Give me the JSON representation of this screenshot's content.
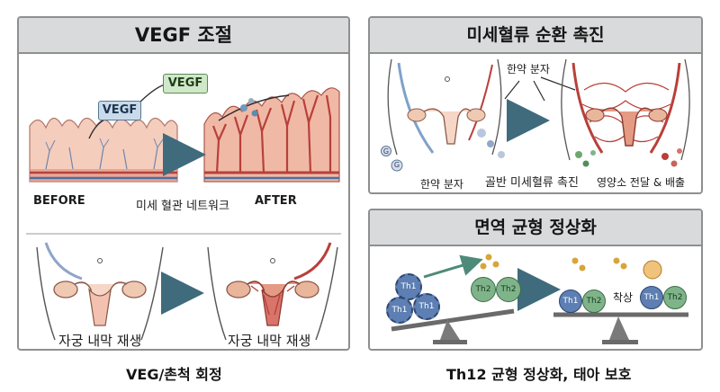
{
  "left_panel": {
    "title": "VEGF 조절",
    "vegf_box_1": "VEGF",
    "vegf_box_2": "VEGF",
    "before_label": "BEFORE",
    "after_label": "AFTER",
    "network_label": "미세 혈관 네트워크",
    "uterus_before_label": "자궁 내막 재생",
    "uterus_after_label": "자궁 내막 재생"
  },
  "left_caption": "VEG/촌척 회정",
  "right_top_panel": {
    "title": "미세혈류 순환 촉진",
    "herb_molecule_top": "한약 분자",
    "herb_molecule_bottom": "한약 분자",
    "pelvic_label": "골반 미세혈류 촉진",
    "nutrient_label": "영양소 전달 & 배출",
    "g_marker": "G"
  },
  "right_bottom_panel": {
    "title": "면역 균형 정상화",
    "th1": "Th1",
    "th2": "Th2",
    "implant_label": "착상"
  },
  "right_caption": "Th12 균형 정상화, 태아 보호",
  "colors": {
    "panel_border": "#8f8f8f",
    "title_bar": "#d9dadb",
    "vessel_red": "#b8403a",
    "tissue_pink": "#f2c6b6",
    "arrow_teal": "#3f6b7c",
    "th1_blue": "#5d7fb3",
    "th2_green": "#7fb48a",
    "gold": "#d9a43a"
  }
}
